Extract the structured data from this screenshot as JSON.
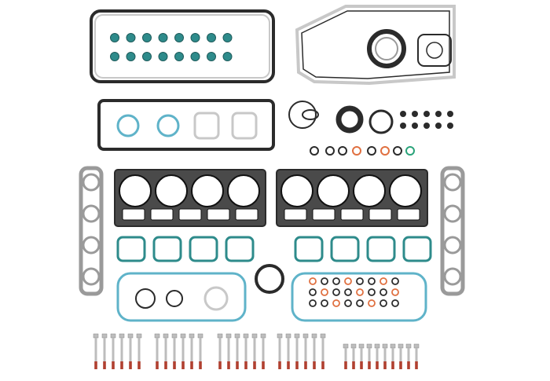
{
  "colors": {
    "background": "#ffffff",
    "gasket_black": "#2b2b2b",
    "gasket_silver": "#c8c8c8",
    "gasket_steel": "#9a9a9a",
    "seal_teal": "#2e8b8b",
    "seal_blue": "#5fb3c9",
    "seal_red": "#d4553a",
    "bolt_silver": "#bdbdbd",
    "bolt_tip_red": "#b04030",
    "o_ring_orange": "#e07040",
    "o_ring_green": "#2aa37a"
  },
  "components": {
    "bolt_groups": [
      {
        "count": 6
      },
      {
        "count": 6
      },
      {
        "count": 6
      },
      {
        "count": 6
      },
      {
        "count": 10
      }
    ],
    "valve_seal_count": 16,
    "head_gasket_count": 2,
    "intake_gasket_count": 2,
    "exhaust_gasket_count": 2
  }
}
